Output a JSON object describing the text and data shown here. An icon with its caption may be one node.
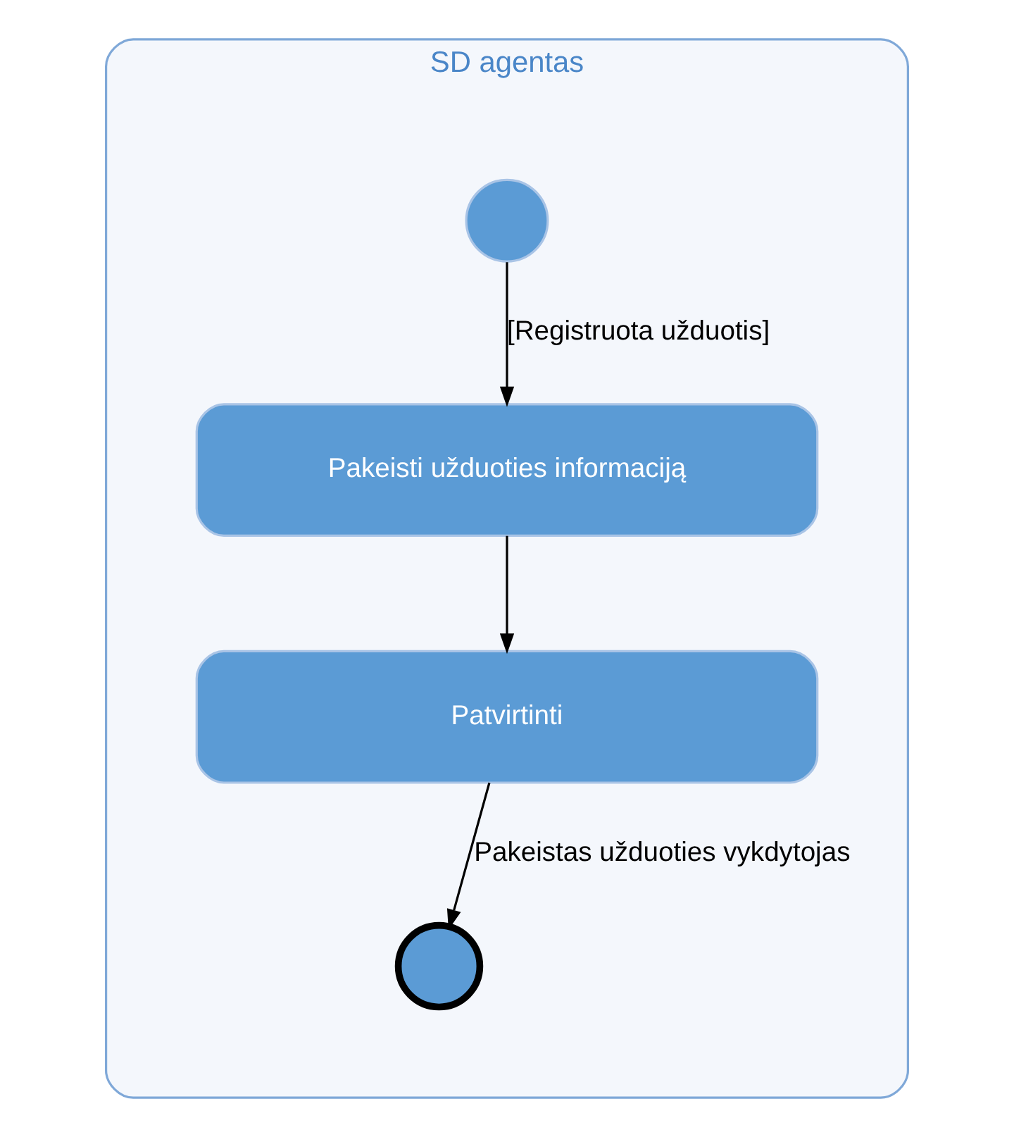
{
  "diagram": {
    "nodes": [
      {
        "text": [
          "SD agentas"
        ]
      },
      {
        "text": [],
        "shape": "circle",
        "in": 0
      },
      {
        "text": [
          "Pakeisti užduoties informaciją"
        ],
        "in": 0
      },
      {
        "text": [
          "Patvirtinti"
        ],
        "in": 0
      },
      {
        "text": [],
        "shape": "circle",
        "in": 0
      }
    ],
    "edges": [
      {
        "from": 1,
        "to": 2,
        "arrow": "to",
        "label": "[Registruota užduotis]"
      },
      {
        "from": 2,
        "to": 3,
        "arrow": "to"
      },
      {
        "from": 3,
        "to": 4,
        "arrow": "to",
        "label": "Pakeistas užduoties vykdytojas"
      }
    ]
  }
}
